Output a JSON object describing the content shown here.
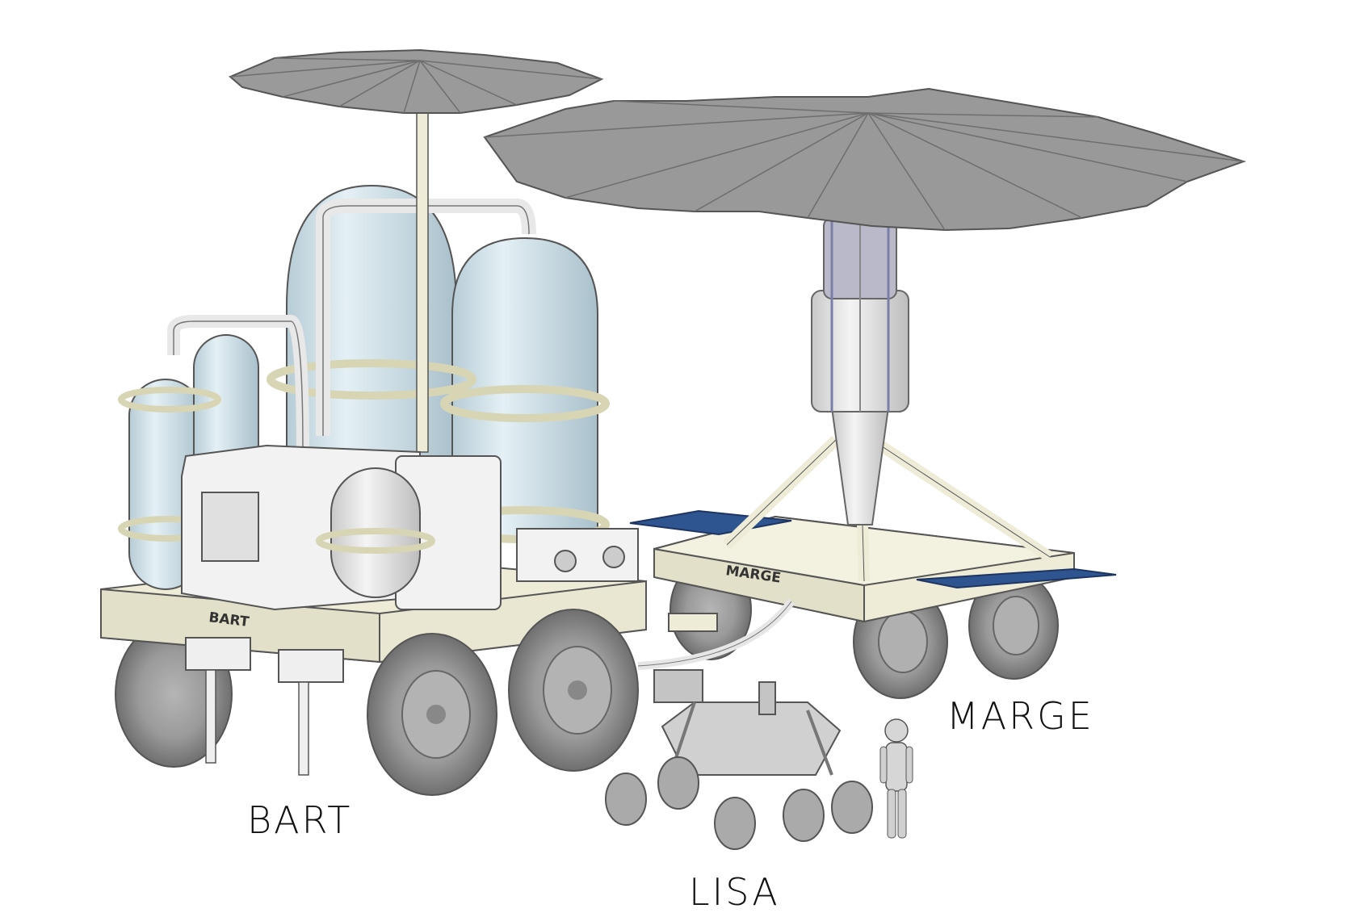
{
  "labels": {
    "bart": "BART",
    "marge": "MARGE",
    "lisa": "LISA"
  },
  "stencils": {
    "bart": "BART",
    "marge": "MARGE"
  },
  "colors": {
    "tank": "#cfe2ea",
    "frame": "#eeecd7",
    "umbrella": "#8c8c8c",
    "panel": "#2f5590",
    "wheel": "#8f8f8f",
    "box": "#f2f2f2"
  }
}
